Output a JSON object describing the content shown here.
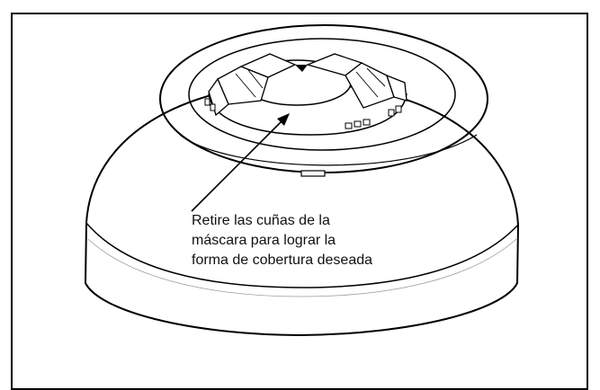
{
  "callout": {
    "line1": "Retire las cuñas de la",
    "line2": "máscara para lograr la",
    "line3": "forma de cobertura deseada"
  }
}
